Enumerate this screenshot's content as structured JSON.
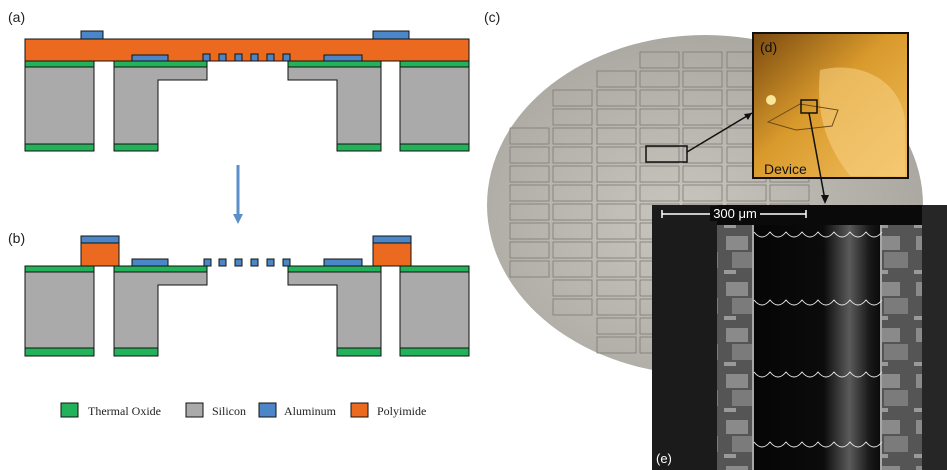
{
  "panels": {
    "a": "(a)",
    "b": "(b)",
    "c": "(c)",
    "d": "(d)",
    "e": "(e)"
  },
  "legend": [
    {
      "label": "Thermal Oxide",
      "color": "#22b35a"
    },
    {
      "label": "Silicon",
      "color": "#aaaaaa"
    },
    {
      "label": "Aluminum",
      "color": "#4a86c8"
    },
    {
      "label": "Polyimide",
      "color": "#ec6a1f"
    }
  ],
  "photo_d": {
    "caption": "Device"
  },
  "sem_e": {
    "scale_label": "300 μm"
  },
  "colors": {
    "oxide": "#22b35a",
    "silicon": "#aaaaaa",
    "aluminum": "#4a86c8",
    "polyimide": "#ec6a1f",
    "arrow": "#5b8fc9"
  }
}
